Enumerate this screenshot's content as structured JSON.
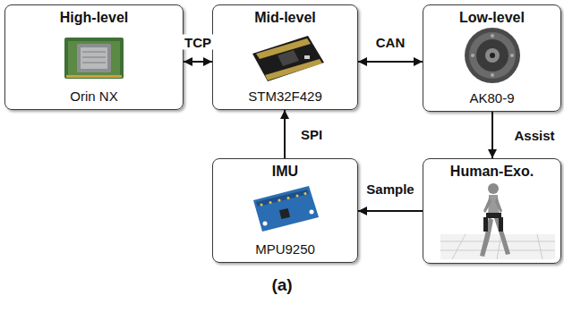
{
  "diagram": {
    "caption": "(a)",
    "nodes": [
      {
        "text": [
          "High-level",
          "Orin NX"
        ]
      },
      {
        "text": [
          "Mid-level",
          "STM32F429"
        ]
      },
      {
        "text": [
          "Low-level",
          "AK80-9"
        ]
      },
      {
        "text": [
          "IMU",
          "MPU9250"
        ]
      },
      {
        "text": [
          "Human-Exo."
        ]
      }
    ],
    "edges": [
      {
        "from": 0,
        "to": 1,
        "label": "TCP",
        "arrow": "both"
      },
      {
        "from": 1,
        "to": 2,
        "label": "CAN",
        "arrow": "both"
      },
      {
        "from": 2,
        "to": 4,
        "label": "Assist",
        "arrow": "to"
      },
      {
        "from": 4,
        "to": 3,
        "label": "Sample",
        "arrow": "to"
      },
      {
        "from": 3,
        "to": 1,
        "label": "SPI",
        "arrow": "to"
      }
    ]
  }
}
